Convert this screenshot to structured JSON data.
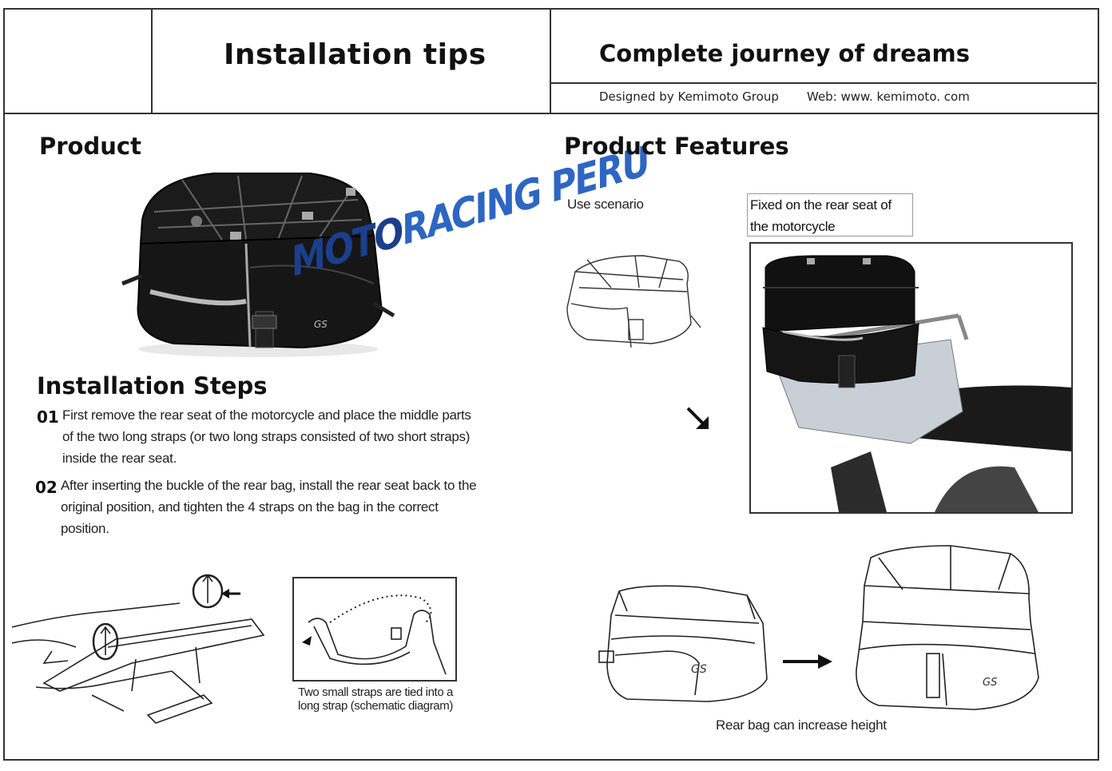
{
  "header": {
    "title": "Installation tips",
    "tagline": "Complete journey of dreams",
    "designed_by": "Designed by Kemimoto Group",
    "web": "Web: www. kemimoto. com"
  },
  "product": {
    "heading": "Product",
    "watermark_part1": "MOTO",
    "watermark_part2": "RACING PERU"
  },
  "installation": {
    "heading": "Installation Steps",
    "steps": [
      {
        "num": "01",
        "lines": [
          "First remove the rear seat of the motorcycle and place the middle parts",
          "of the two long straps (or two long straps consisted of two short straps)",
          "inside the rear seat."
        ]
      },
      {
        "num": "02",
        "lines": [
          "After inserting the buckle of the rear bag, install the rear seat back to the",
          "original position, and tighten the 4 straps on the bag in the correct",
          "position."
        ]
      }
    ],
    "diagram_caption_line1": "Two small straps are tied into a",
    "diagram_caption_line2": "long strap (schematic diagram)"
  },
  "features": {
    "heading": "Product Features",
    "use_scenario": "Use scenario",
    "fixed_line1": "Fixed on the rear seat of",
    "fixed_line2": "the motorcycle",
    "height_caption": "Rear bag can increase height"
  }
}
